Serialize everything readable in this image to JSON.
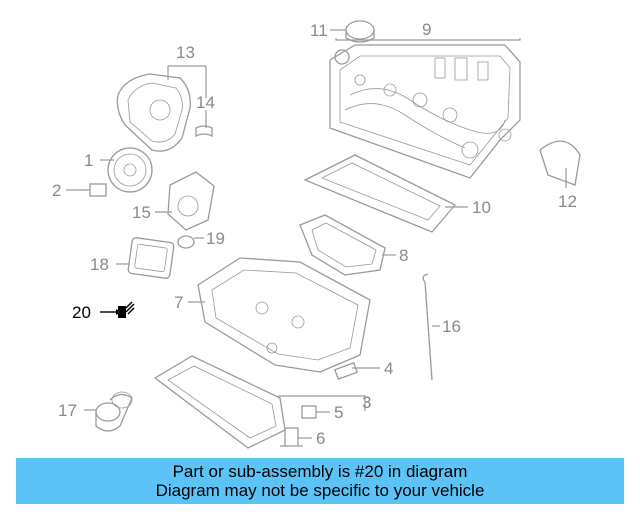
{
  "callouts": [
    {
      "id": "c1",
      "label": "1",
      "highlight": false
    },
    {
      "id": "c2",
      "label": "2",
      "highlight": false
    },
    {
      "id": "c3",
      "label": "3",
      "highlight": false
    },
    {
      "id": "c4",
      "label": "4",
      "highlight": false
    },
    {
      "id": "c5",
      "label": "5",
      "highlight": false
    },
    {
      "id": "c6",
      "label": "6",
      "highlight": false
    },
    {
      "id": "c7",
      "label": "7",
      "highlight": false
    },
    {
      "id": "c8",
      "label": "8",
      "highlight": false
    },
    {
      "id": "c9",
      "label": "9",
      "highlight": false
    },
    {
      "id": "c10",
      "label": "10",
      "highlight": false
    },
    {
      "id": "c11",
      "label": "11",
      "highlight": false
    },
    {
      "id": "c12",
      "label": "12",
      "highlight": false
    },
    {
      "id": "c13",
      "label": "13",
      "highlight": false
    },
    {
      "id": "c14",
      "label": "14",
      "highlight": false
    },
    {
      "id": "c15",
      "label": "15",
      "highlight": false
    },
    {
      "id": "c16",
      "label": "16",
      "highlight": false
    },
    {
      "id": "c17",
      "label": "17",
      "highlight": false
    },
    {
      "id": "c18",
      "label": "18",
      "highlight": false
    },
    {
      "id": "c19",
      "label": "19",
      "highlight": false
    },
    {
      "id": "c20",
      "label": "20",
      "highlight": true
    }
  ],
  "banner": {
    "line1": "Part or sub-assembly is #20 in diagram",
    "line2": "Diagram may not be specific to your vehicle"
  },
  "colors": {
    "banner_bg": "#5bc3f5",
    "linework": "#9a9a9a",
    "highlight": "#000000"
  }
}
